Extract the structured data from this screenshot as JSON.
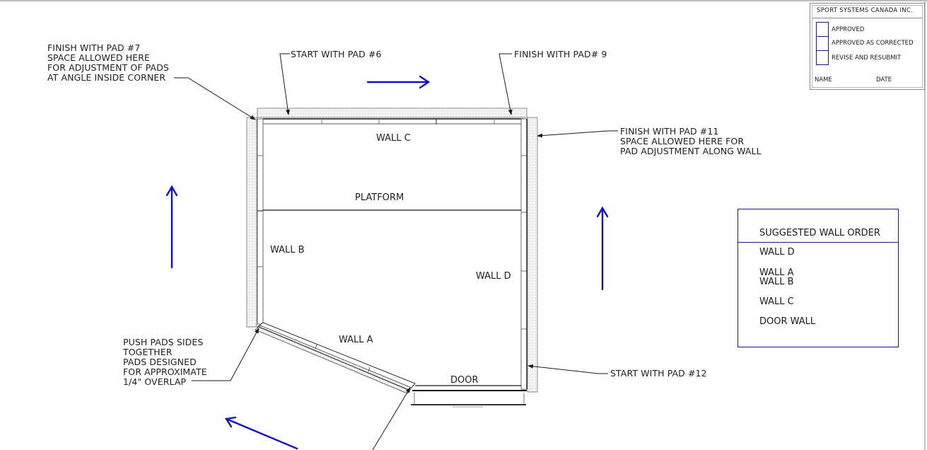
{
  "stamp": {
    "company": "SPORT SYSTEMS CANADA INC.",
    "options": [
      "APPROVED",
      "APPROVED AS CORRECTED",
      "REVISE AND RESUBMIT"
    ],
    "name_label": "NAME",
    "date_label": "DATE",
    "box_color": "#1a1a8c"
  },
  "legend": {
    "title": "SUGGESTED WALL ORDER",
    "items": [
      "WALL D",
      "WALL A",
      "WALL B",
      "WALL C",
      "DOOR WALL"
    ],
    "border_color": "#1a1a8c"
  },
  "notes": {
    "finish_pad_7": "FINISH WITH PAD #7\nSPACE ALLOWED HERE\nFOR ADJUSTMENT OF PADS\nAT ANGLE INSIDE CORNER",
    "start_pad_6": "START WITH PAD #6",
    "finish_pad_9": "FINISH WITH PAD# 9",
    "finish_pad_11": "FINISH WITH PAD #11\nSPACE ALLOWED HERE FOR\nPAD ADJUSTMENT ALONG WALL",
    "push_pads": "PUSH PADS SIDES\nTOGETHER\nPADS DESIGNED\nFOR APPROXIMATE\n1/4\" OVERLAP",
    "start_pad_12": "START WITH PAD #12"
  },
  "room_labels": {
    "wall_c": "WALL C",
    "platform": "PLATFORM",
    "wall_b": "WALL B",
    "wall_d": "WALL D",
    "wall_a": "WALL A",
    "door": "DOOR"
  },
  "colors": {
    "arrow": "#1010d0",
    "line": "#1a1a1a",
    "pad_fill": "#f2f2f2",
    "pad_stroke": "#8a8a8a"
  },
  "arrows": [
    {
      "name": "arrow-right-top",
      "direction": "right"
    },
    {
      "name": "arrow-up-left",
      "direction": "up"
    },
    {
      "name": "arrow-up-right",
      "direction": "up"
    },
    {
      "name": "arrow-up-left-diagonal",
      "direction": "up-left"
    }
  ]
}
